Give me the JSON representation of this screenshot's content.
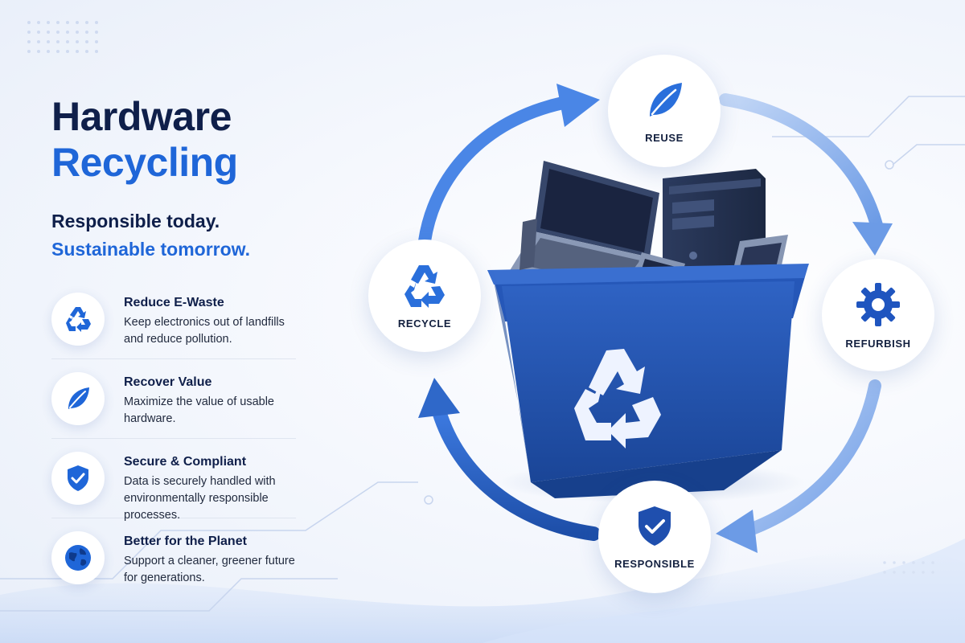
{
  "header": {
    "title_line1": "Hardware",
    "title_line2": "Recycling",
    "tagline_line1": "Responsible today.",
    "tagline_line2": "Sustainable tomorrow."
  },
  "features": [
    {
      "icon": "recycle-icon",
      "title": "Reduce E-Waste",
      "description": "Keep electronics out of landfills and reduce pollution."
    },
    {
      "icon": "leaf-icon",
      "title": "Recover Value",
      "description": "Maximize the value of usable hardware."
    },
    {
      "icon": "shield-check-icon",
      "title": "Secure & Compliant",
      "description": "Data is securely handled with environmentally responsible processes."
    },
    {
      "icon": "globe-icon",
      "title": "Better for the Planet",
      "description": "Support a cleaner, greener future for generations."
    }
  ],
  "cycle": {
    "reuse": {
      "label": "REUSE",
      "icon": "leaf-icon"
    },
    "refurbish": {
      "label": "REFURBISH",
      "icon": "gear-icon"
    },
    "responsible": {
      "label": "RESPONSIBLE",
      "icon": "shield-check-icon"
    },
    "recycle": {
      "label": "RECYCLE",
      "icon": "recycle-icon"
    }
  },
  "colors": {
    "navy": "#0f1f4a",
    "accent_blue": "#1f66d8",
    "bin_blue": "#1f4fae",
    "light_arrow": "#8fb4f0"
  }
}
